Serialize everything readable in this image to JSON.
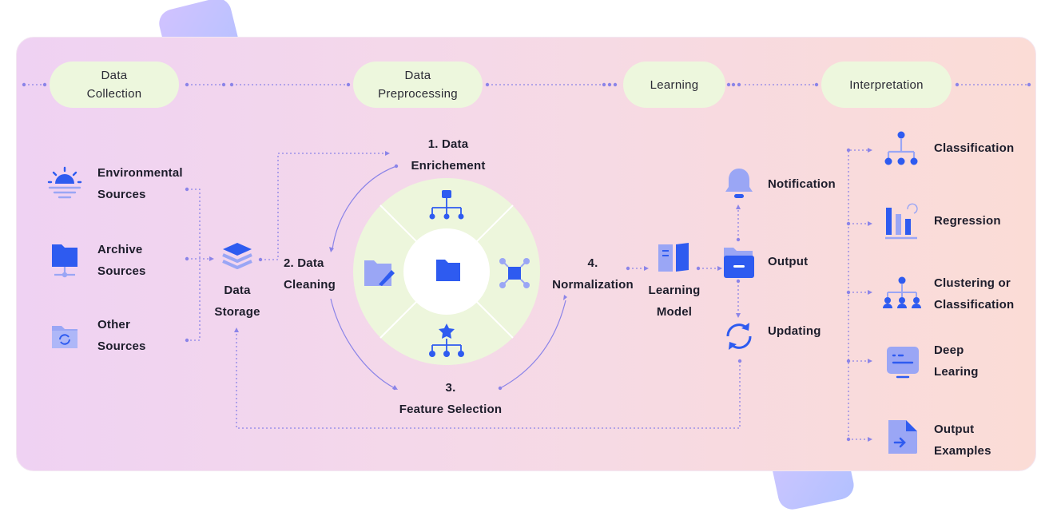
{
  "stages": [
    {
      "label": "Data\nCollection"
    },
    {
      "label": "Data\nPreprocessing"
    },
    {
      "label": "Learning"
    },
    {
      "label": "Interpretation"
    }
  ],
  "sources": [
    {
      "label": "Environmental\nSources",
      "icon": "sunset-icon"
    },
    {
      "label": "Archive\nSources",
      "icon": "folder-network-icon"
    },
    {
      "label": "Other\nSources",
      "icon": "folder-sync-icon"
    }
  ],
  "storage": {
    "label": "Data\nStorage",
    "icon": "database-stack-icon"
  },
  "steps": {
    "enrichment": "1. Data\nEnrichement",
    "cleaning": "2. Data\nCleaning",
    "feature_selection": "3.\nFeature Selection",
    "normalization": "4.\nNormalization"
  },
  "model": {
    "label": "Learning\nModel",
    "icon": "book-icon"
  },
  "output": {
    "notification": "Notification",
    "output": "Output",
    "updating": "Updating"
  },
  "results": [
    {
      "label": "Classification",
      "icon": "hierarchy-icon"
    },
    {
      "label": "Regression",
      "icon": "bar-chart-icon"
    },
    {
      "label": "Clustering or\nClassification",
      "icon": "org-chart-icon"
    },
    {
      "label": "Deep\nLearing",
      "icon": "monitor-text-icon"
    },
    {
      "label": "Output\nExamples",
      "icon": "document-export-icon"
    }
  ],
  "colors": {
    "accent": "#2e5bf0",
    "light_accent": "#9aa6f5",
    "pill": "#edf7dd",
    "connector": "#8b84e8"
  }
}
